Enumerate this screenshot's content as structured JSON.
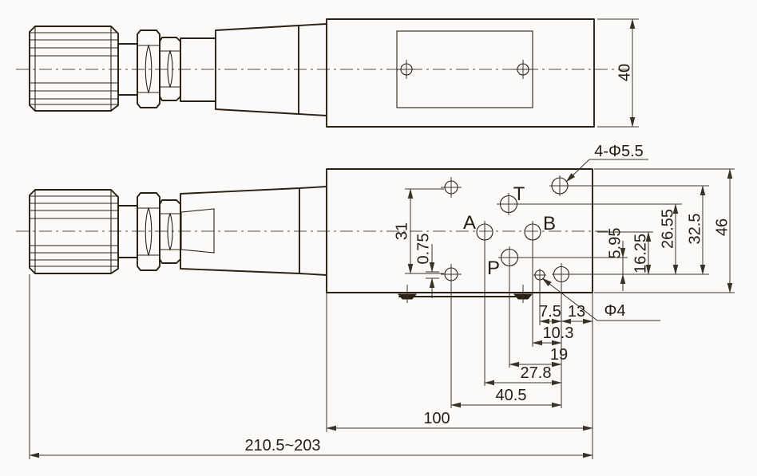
{
  "title": "Hydraulic modular relief valve installation dimension drawing",
  "ports": {
    "t": "T",
    "a": "A",
    "b": "B",
    "p": "P"
  },
  "dims": {
    "top_height": "40",
    "mount_holes": "4-Φ5.5",
    "drain_hole": "Φ4",
    "v31": "31",
    "v075": "0.75",
    "v595": "5.95",
    "v1625": "16.25",
    "v2655": "26.55",
    "v325": "32.5",
    "v46": "46",
    "h75": "7.5",
    "h13": "13",
    "h103": "10.3",
    "h19": "19",
    "h278": "27.8",
    "h405": "40.5",
    "h100": "100",
    "overall": "210.5~203"
  },
  "colors": {
    "line": "#2b2014",
    "dim": "#3a3127",
    "background": "#fbfaf8"
  }
}
